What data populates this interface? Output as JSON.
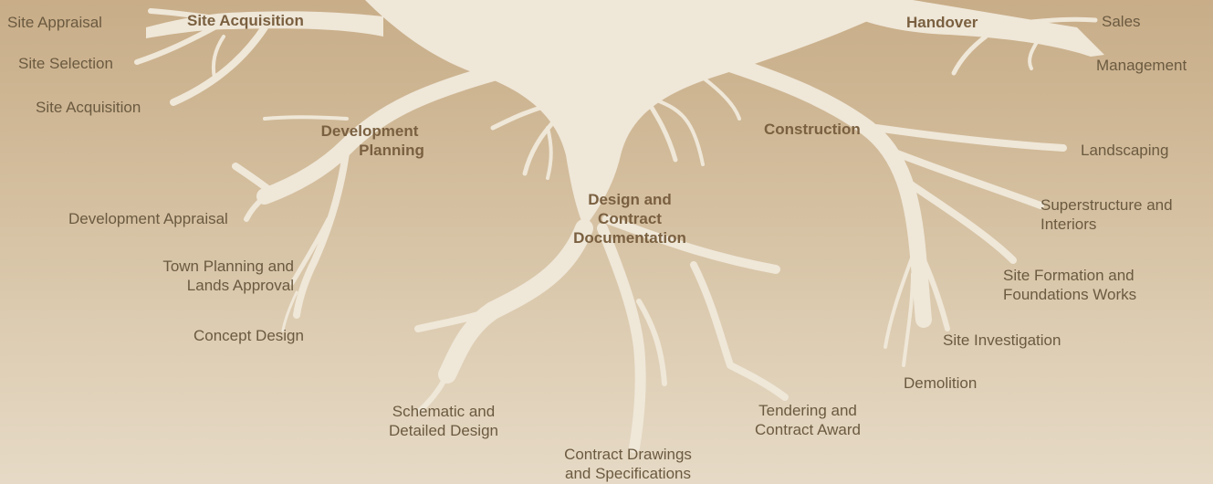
{
  "colors": {
    "background_top": "#c8ad88",
    "background_bottom": "#e6dac6",
    "roots": "#efe7d8",
    "stage_text": "#7a6040",
    "item_text": "#6b5a40"
  },
  "stages": {
    "site_acquisition": "Site Acquisition",
    "development_planning": [
      "Development",
      "Planning"
    ],
    "design_contract": [
      "Design and",
      "Contract",
      "Documentation"
    ],
    "construction": "Construction",
    "handover": "Handover"
  },
  "items": {
    "site_appraisal": "Site Appraisal",
    "site_selection": "Site Selection",
    "site_acquisition": "Site Acquisition",
    "development_appraisal": "Development Appraisal",
    "town_planning": [
      "Town Planning and",
      "Lands Approval"
    ],
    "concept_design": "Concept Design",
    "schematic_design": [
      "Schematic and",
      "Detailed Design"
    ],
    "contract_drawings": [
      "Contract Drawings",
      "and Specifications"
    ],
    "tendering": [
      "Tendering and",
      "Contract Award"
    ],
    "demolition": "Demolition",
    "site_investigation": "Site Investigation",
    "site_formation": [
      "Site Formation and",
      "Foundations Works"
    ],
    "superstructure": [
      "Superstructure and",
      "Interiors"
    ],
    "landscaping": "Landscaping",
    "sales": "Sales",
    "management": "Management"
  }
}
